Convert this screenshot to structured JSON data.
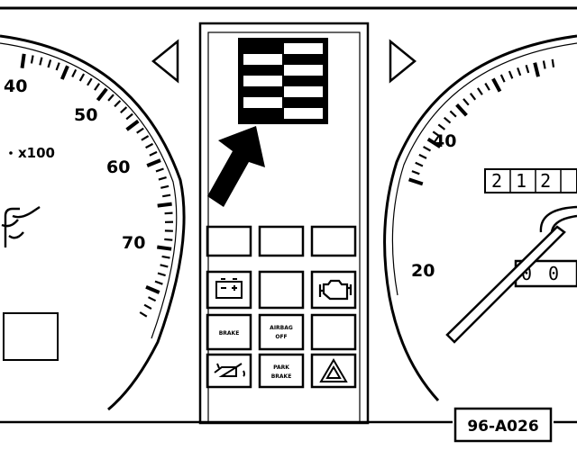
{
  "tachometer": {
    "labels": [
      "40",
      "50",
      "60",
      "70"
    ],
    "unit_label": "x100"
  },
  "speedometer": {
    "labels": [
      "40",
      "20"
    ],
    "odometer": "212",
    "trip": "00"
  },
  "warning_lamps": {
    "brake_label": "BRAKE",
    "airbag_label_1": "AIRBAG",
    "airbag_label_2": "OFF",
    "park_label_1": "PARK",
    "park_label_2": "BRAKE"
  },
  "figure_ref": "96-A026",
  "icons": {
    "left_turn": "left-turn-triangle-icon",
    "right_turn": "right-turn-triangle-icon",
    "display": "checkered-display-icon",
    "pointer": "pointer-arrow-icon",
    "battery": "battery-icon",
    "engine": "check-engine-icon",
    "oil": "oil-pressure-icon",
    "hazard": "hazard-triangle-icon",
    "fuel": "fuel-pump-icon",
    "temp": "temperature-icon"
  }
}
